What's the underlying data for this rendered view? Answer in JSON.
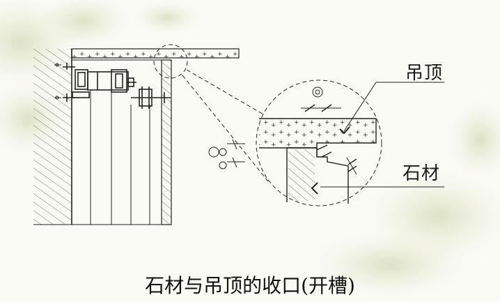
{
  "labels": {
    "ceiling": "吊顶",
    "stone": "石材"
  },
  "caption": "石材与吊顶的收口(开槽)",
  "colors": {
    "background": "#fbfbf6",
    "line": "#222222",
    "leaf_tint": "#cfd6b0"
  }
}
